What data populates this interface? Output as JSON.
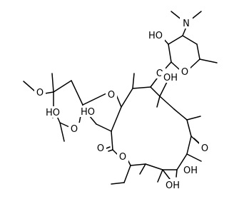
{
  "diagram": {
    "type": "chemical-structure",
    "atoms": {
      "n_amine": "N",
      "o_des_oh": "HO",
      "o_des_ring": "O",
      "o_link_des": "O",
      "o_methoxy": "O",
      "o_cla_oh": "HO",
      "o_cla_ring": "O",
      "o_link_cla": "O",
      "o_c11_oh": "OH",
      "o_hydroxymethyl": "HO",
      "o_lactone_co": "O",
      "o_lactone_ring": "O",
      "o_c9_oh": "OH",
      "o_c7_oh": "OH",
      "o_ketone": "O"
    }
  }
}
